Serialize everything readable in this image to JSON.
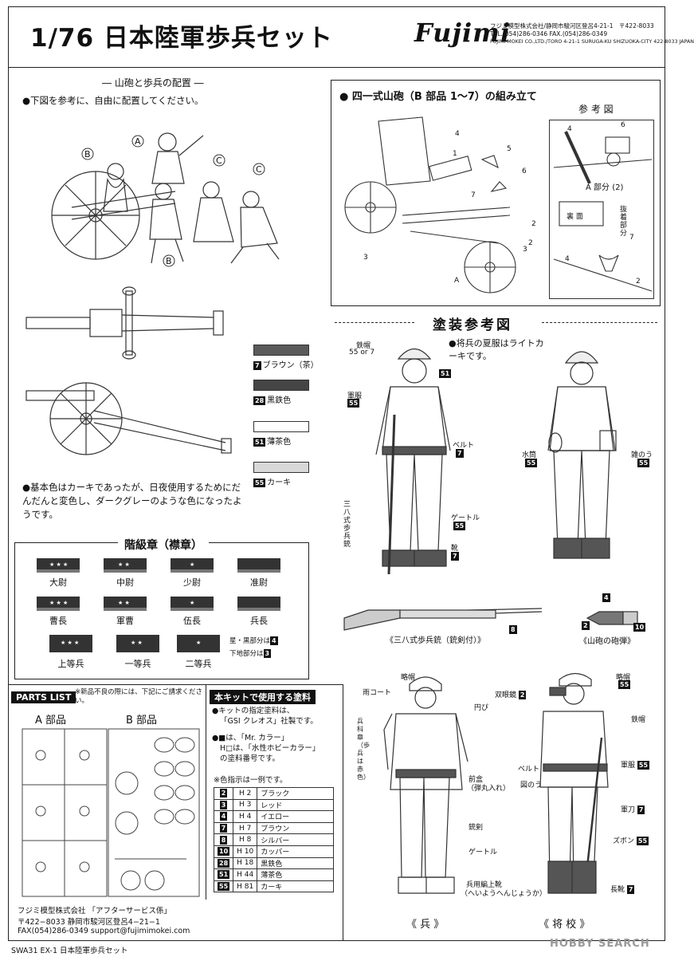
{
  "header": {
    "title": "1/76 日本陸軍歩兵セット",
    "brand": "Fujimi",
    "address_jp": "フジミ模型株式会社/静岡市駿河区登呂4-21-1　〒422-8033",
    "tel_fax": "TEL.(054)286-0346  FAX.(054)286-0349",
    "address_en": "FUJIMI MOKEI CO.,LTD./TORO 4-21-1 SURUGA-KU SHIZUOKA-CITY 422-8033 JAPAN"
  },
  "placement": {
    "heading": "― 山砲と歩兵の配置 ―",
    "instruction": "●下図を参考に、自由に配置してください。",
    "figure_labels": [
      "A",
      "B",
      "B",
      "C",
      "C"
    ]
  },
  "colors_main": [
    {
      "code": "7",
      "name": "ブラウン（茶）",
      "hex": "#5a5a5a"
    },
    {
      "code": "28",
      "name": "黒鉄色",
      "hex": "#454545"
    },
    {
      "code": "51",
      "name": "薄茶色",
      "hex": "#ffffff"
    },
    {
      "code": "55",
      "name": "カーキ",
      "hex": "#d8d8d8"
    }
  ],
  "khaki_note": "●基本色はカーキであったが、日夜使用するためにだんだんと変色し、ダークグレーのような色になったようです。",
  "ranks": {
    "heading": "階級章（襟章）",
    "row1": [
      "大尉",
      "中尉",
      "少尉",
      "准尉"
    ],
    "row2": [
      "曹長",
      "軍曹",
      "伍長",
      "兵長"
    ],
    "row3": [
      "上等兵",
      "一等兵",
      "二等兵"
    ],
    "note_star": "星・黒部分は",
    "note_star_code": "4",
    "note_lower": "下地部分は",
    "note_lower_code": "3"
  },
  "assembly": {
    "heading": "● 四一式山砲（B 部品 1～7）の組み立て",
    "ref_title": "参 考 図",
    "part_numbers": [
      "1",
      "2",
      "2",
      "3",
      "3",
      "4",
      "5",
      "6",
      "7"
    ],
    "part_a": "A",
    "ref_a_part": "A 部分 (2)",
    "ref_back": "裏 面",
    "ref_pull": "抜着部分",
    "ref_numbers": [
      "4",
      "6",
      "7",
      "4",
      "2"
    ]
  },
  "painting": {
    "heading": "塗装参考図",
    "soldier_note": "●将兵の夏服はライトカーキです。",
    "labels": {
      "helmet": "鉄帽",
      "helmet_codes": "55 or 7",
      "collar_code": "51",
      "uniform": "軍服",
      "uniform_code": "55",
      "belt": "ベルト",
      "belt_code": "7",
      "gaiters": "ゲートル",
      "gaiters_code": "55",
      "boots": "靴",
      "boots_code": "7",
      "rifle_side": "三八式歩兵銃",
      "canteen": "水筒",
      "canteen_code": "55",
      "bag": "雑のう",
      "bag_code": "55"
    },
    "rifle_caption": "《三八式歩兵銃（銃剣付）》",
    "rifle_code": "8",
    "shell_caption": "《山砲の砲弾》",
    "shell_codes": [
      "4",
      "2",
      "10"
    ],
    "soldier_labels": {
      "cap": "略帽",
      "raincoat": "雨コート",
      "round_pan": "円ぴ",
      "side_note": "兵科章（歩兵は赤色）",
      "pouch": "前盒",
      "pouch_sub": "（弾丸入れ）",
      "bayonet": "銃剣",
      "gaiter": "ゲートル",
      "shoes": "兵用編上靴",
      "shoes_sub": "（へいようへんじょうか）"
    },
    "officer_labels": {
      "binoculars": "双眼鏡",
      "binoculars_code": "2",
      "cap": "略帽",
      "cap_code": "55",
      "helmet": "鉄帽",
      "belt": "ベルト",
      "map_case": "図のう",
      "scabbard": "軍服",
      "scabbard_code": "55",
      "sword": "軍刀",
      "sword_code": "7",
      "trousers": "ズボン",
      "trousers_code": "55",
      "boots": "長靴",
      "boots_code": "7"
    },
    "caption_soldier": "《 兵 》",
    "caption_officer": "《 将 校 》"
  },
  "parts": {
    "heading": "PARTS LIST",
    "note": "※新品不良の際には、下記にご請求ください。",
    "a_label": "A 部品",
    "b_label": "B 部品"
  },
  "paint_list": {
    "heading": "本キットで使用する塗料",
    "line1": "●キットの指定塗料は、",
    "line2": "「GSI クレオス」社製です。",
    "line3": "●■は、「Mr. カラー」",
    "line4": "H□は、「水性ホビーカラー」",
    "line5": "の塗料番号です。",
    "example": "※色指示は一例です。",
    "rows": [
      {
        "mr": "2",
        "h": "H 2",
        "name": "ブラック"
      },
      {
        "mr": "3",
        "h": "H 3",
        "name": "レッド"
      },
      {
        "mr": "4",
        "h": "H 4",
        "name": "イエロー"
      },
      {
        "mr": "7",
        "h": "H 7",
        "name": "ブラウン"
      },
      {
        "mr": "8",
        "h": "H 8",
        "name": "シルバー"
      },
      {
        "mr": "10",
        "h": "H 10",
        "name": "カッパー"
      },
      {
        "mr": "28",
        "h": "H 18",
        "name": "黒鉄色"
      },
      {
        "mr": "51",
        "h": "H 44",
        "name": "薄茶色"
      },
      {
        "mr": "55",
        "h": "H 81",
        "name": "カーキ"
      }
    ]
  },
  "service": {
    "company": "フジミ模型株式会社 「アフターサービス係」",
    "address": "〒422−8033 静岡市駿河区登呂4−21−1",
    "contact": "FAX(054)286-0349 support@fujimimokei.com"
  },
  "footer": {
    "code": "SWA31 EX-1 日本陸軍歩兵セット",
    "watermark": "HOBBY SEARCH"
  }
}
